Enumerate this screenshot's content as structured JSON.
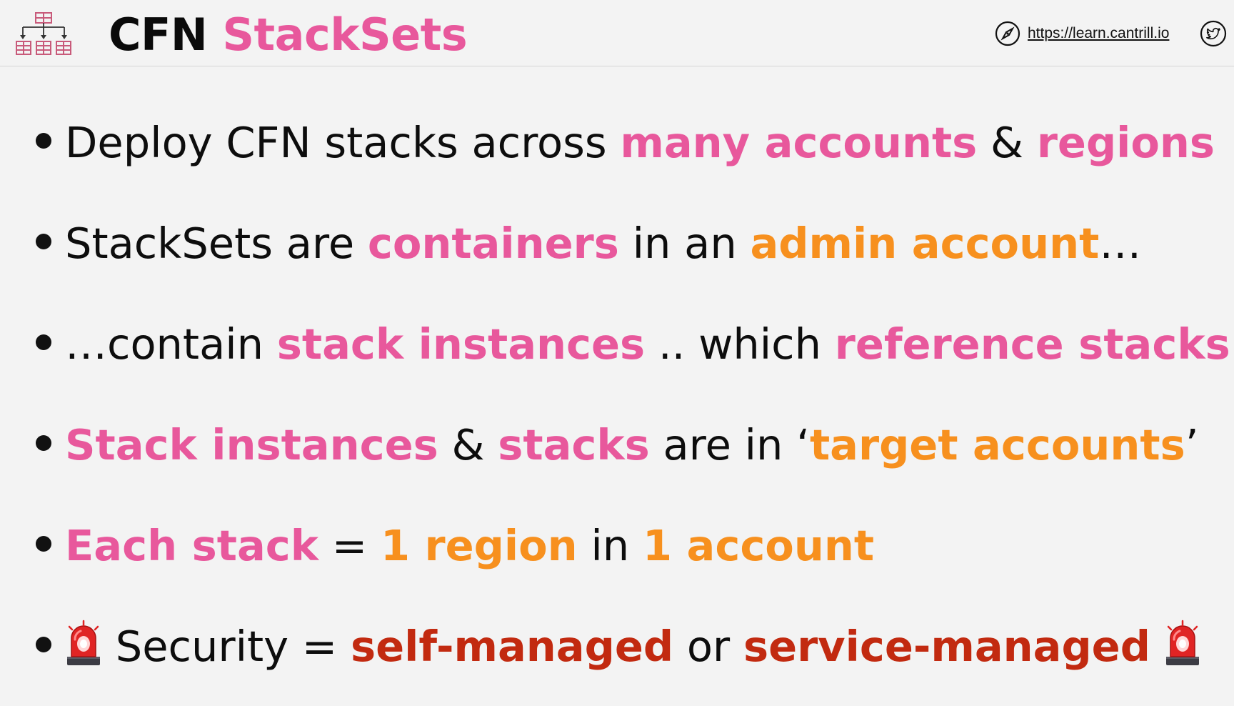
{
  "header": {
    "title_part1": "CFN",
    "title_part2": "StackSets",
    "link_text": "https://learn.cantrill.io",
    "icons": [
      "stackset-hierarchy-icon",
      "compass-icon",
      "twitter-icon"
    ]
  },
  "colors": {
    "pink": "#e8589c",
    "orange": "#f7901e",
    "red": "#c22a10",
    "text": "#0d0d0d",
    "background": "#f3f3f3"
  },
  "bullets": [
    {
      "seg1": "Deploy CFN stacks across ",
      "seg2": "many accounts",
      "seg3": " & ",
      "seg4": "regions"
    },
    {
      "seg1": "StackSets are ",
      "seg2": "containers",
      "seg3": " in an ",
      "seg4": "admin account",
      "seg5": "…"
    },
    {
      "seg1": "…contain ",
      "seg2": "stack instances",
      "seg3": " .. which ",
      "seg4": "reference stacks"
    },
    {
      "seg1": "Stack instances",
      "seg2": " & ",
      "seg3": "stacks",
      "seg4": " are in ‘",
      "seg5": "target accounts",
      "seg6": "’"
    },
    {
      "seg1": "Each stack",
      "seg2": " = ",
      "seg3": "1 region",
      "seg4": " in ",
      "seg5": "1 account"
    },
    {
      "seg1": "Security = ",
      "seg2": "self-managed",
      "seg3": " or ",
      "seg4": "service-managed",
      "icon": "siren-icon"
    }
  ]
}
